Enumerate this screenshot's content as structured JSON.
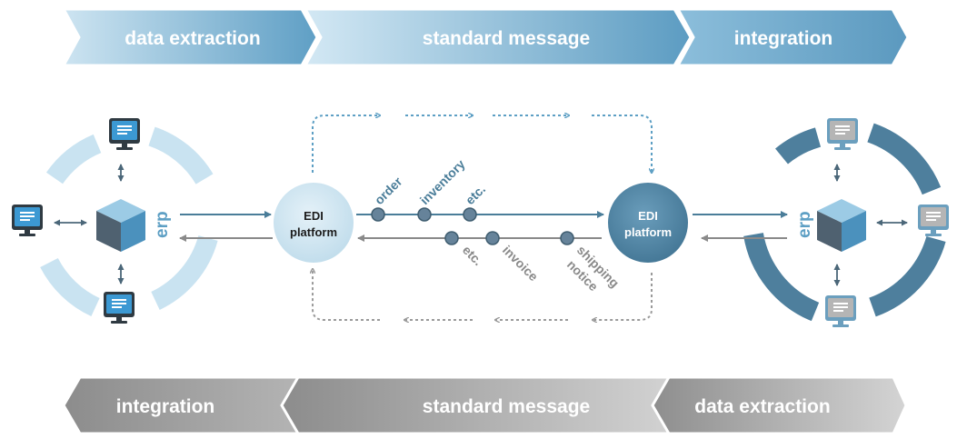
{
  "top_bar": {
    "segments": [
      {
        "label": "data extraction"
      },
      {
        "label": "standard message"
      },
      {
        "label": "integration"
      }
    ]
  },
  "bottom_bar": {
    "segments": [
      {
        "label": "integration"
      },
      {
        "label": "standard message"
      },
      {
        "label": "data extraction"
      }
    ]
  },
  "left_system": {
    "erp_label": "erp"
  },
  "right_system": {
    "erp_label": "erp"
  },
  "left_platform": {
    "line1": "EDI",
    "line2": "platform"
  },
  "right_platform": {
    "line1": "EDI",
    "line2": "platform"
  },
  "outbound_messages": [
    "order",
    "inventory",
    "etc."
  ],
  "inbound_messages": [
    "etc.",
    "invoice",
    "shipping",
    "notice"
  ],
  "colors": {
    "blue_dark": "#4a7d99",
    "blue_mid": "#5d9fc4",
    "blue_light": "#c9e3f1",
    "gray_dark": "#8a8a8a",
    "gray_light": "#d8d8d8",
    "node_fill": "#66839a"
  }
}
